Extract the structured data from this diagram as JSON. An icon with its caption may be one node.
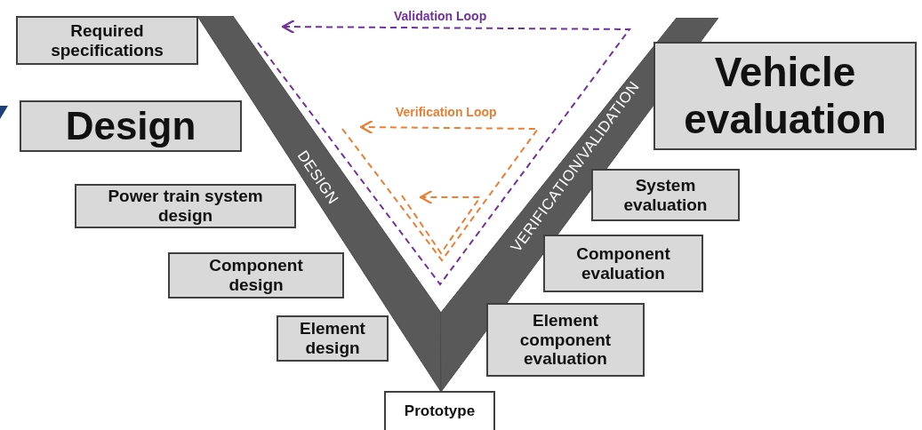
{
  "diagram": {
    "nodes": [
      {
        "text": [
          "Required specifications"
        ]
      },
      {
        "text": [
          "Design"
        ]
      },
      {
        "text": [
          "Power train system design"
        ]
      },
      {
        "text": [
          "Component design"
        ]
      },
      {
        "text": [
          "Element design"
        ]
      },
      {
        "text": [
          "DESIGN"
        ]
      },
      {
        "text": [
          "VERIFICATION/VALIDATION"
        ]
      },
      {
        "text": [
          "Vehicle evaluation"
        ]
      },
      {
        "text": [
          "System evaluation"
        ]
      },
      {
        "text": [
          "Component evaluation"
        ]
      },
      {
        "text": [
          "Element component evaluation"
        ]
      },
      {
        "text": [
          "Prototype"
        ]
      }
    ],
    "edges": [],
    "labels": [
      "Validation Loop",
      "Verification Loop"
    ]
  }
}
